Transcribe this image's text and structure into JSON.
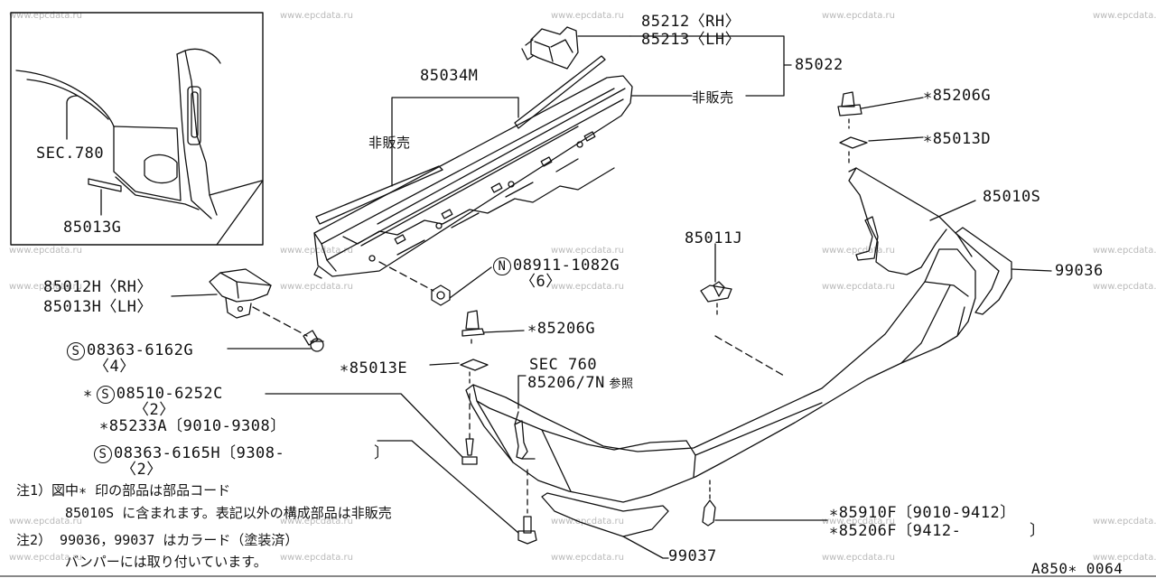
{
  "watermark": "www.epcdata.ru",
  "page_code": "A850∗ 0064",
  "inset": {
    "sec_label": "SEC.780",
    "part_label": "85013G"
  },
  "labels": {
    "rh_85212": "85212〈RH〉",
    "lh_85213": "85213〈LH〉",
    "code_85022": "85022",
    "hihanbai_top": "非販売",
    "code_85034M": "85034M",
    "hihanbai_left": "非販売",
    "code_85206G_top": "∗85206G",
    "code_85013D": "∗85013D",
    "code_85010S": "85010S",
    "code_85011J": "85011J",
    "code_99036": "99036",
    "n_symbol": "N",
    "n_part": "08911-1082G",
    "n_qty": "〈6〉",
    "rh_85012H": "85012H〈RH〉",
    "lh_85013H": "85013H〈LH〉",
    "s_symbol": "S",
    "s1_part": "08363-6162G",
    "s1_qty": "〈4〉",
    "code_85206G_mid": "∗85206G",
    "code_85013E": "∗85013E",
    "sec760": "SEC 760",
    "ref_85206_7N": "85206/7N",
    "sansho": "参照",
    "asterisk": "∗",
    "s2_part": "08510-6252C",
    "s2_qty": "〈2〉",
    "code_85233A": "∗85233A〔9010-9308〕",
    "s3_part": "08363-6165H〔9308-",
    "s3_bracket": "〕",
    "s3_qty": "〈2〉",
    "code_85910F": "∗85910F〔9010-9412〕",
    "code_85206F": "∗85206F〔9412-",
    "code_85206F_bracket": "〕",
    "code_99037": "99037"
  },
  "notes": {
    "note1_line1": "注1）図中∗ 印の部品は部品コード",
    "note1_line2": "85010S に含まれます。表記以外の構成部品は非販売",
    "note2_line1": "注2） 99036，99037 はカラード（塗装済）",
    "note2_line2": "バンパーには取り付いています。"
  }
}
